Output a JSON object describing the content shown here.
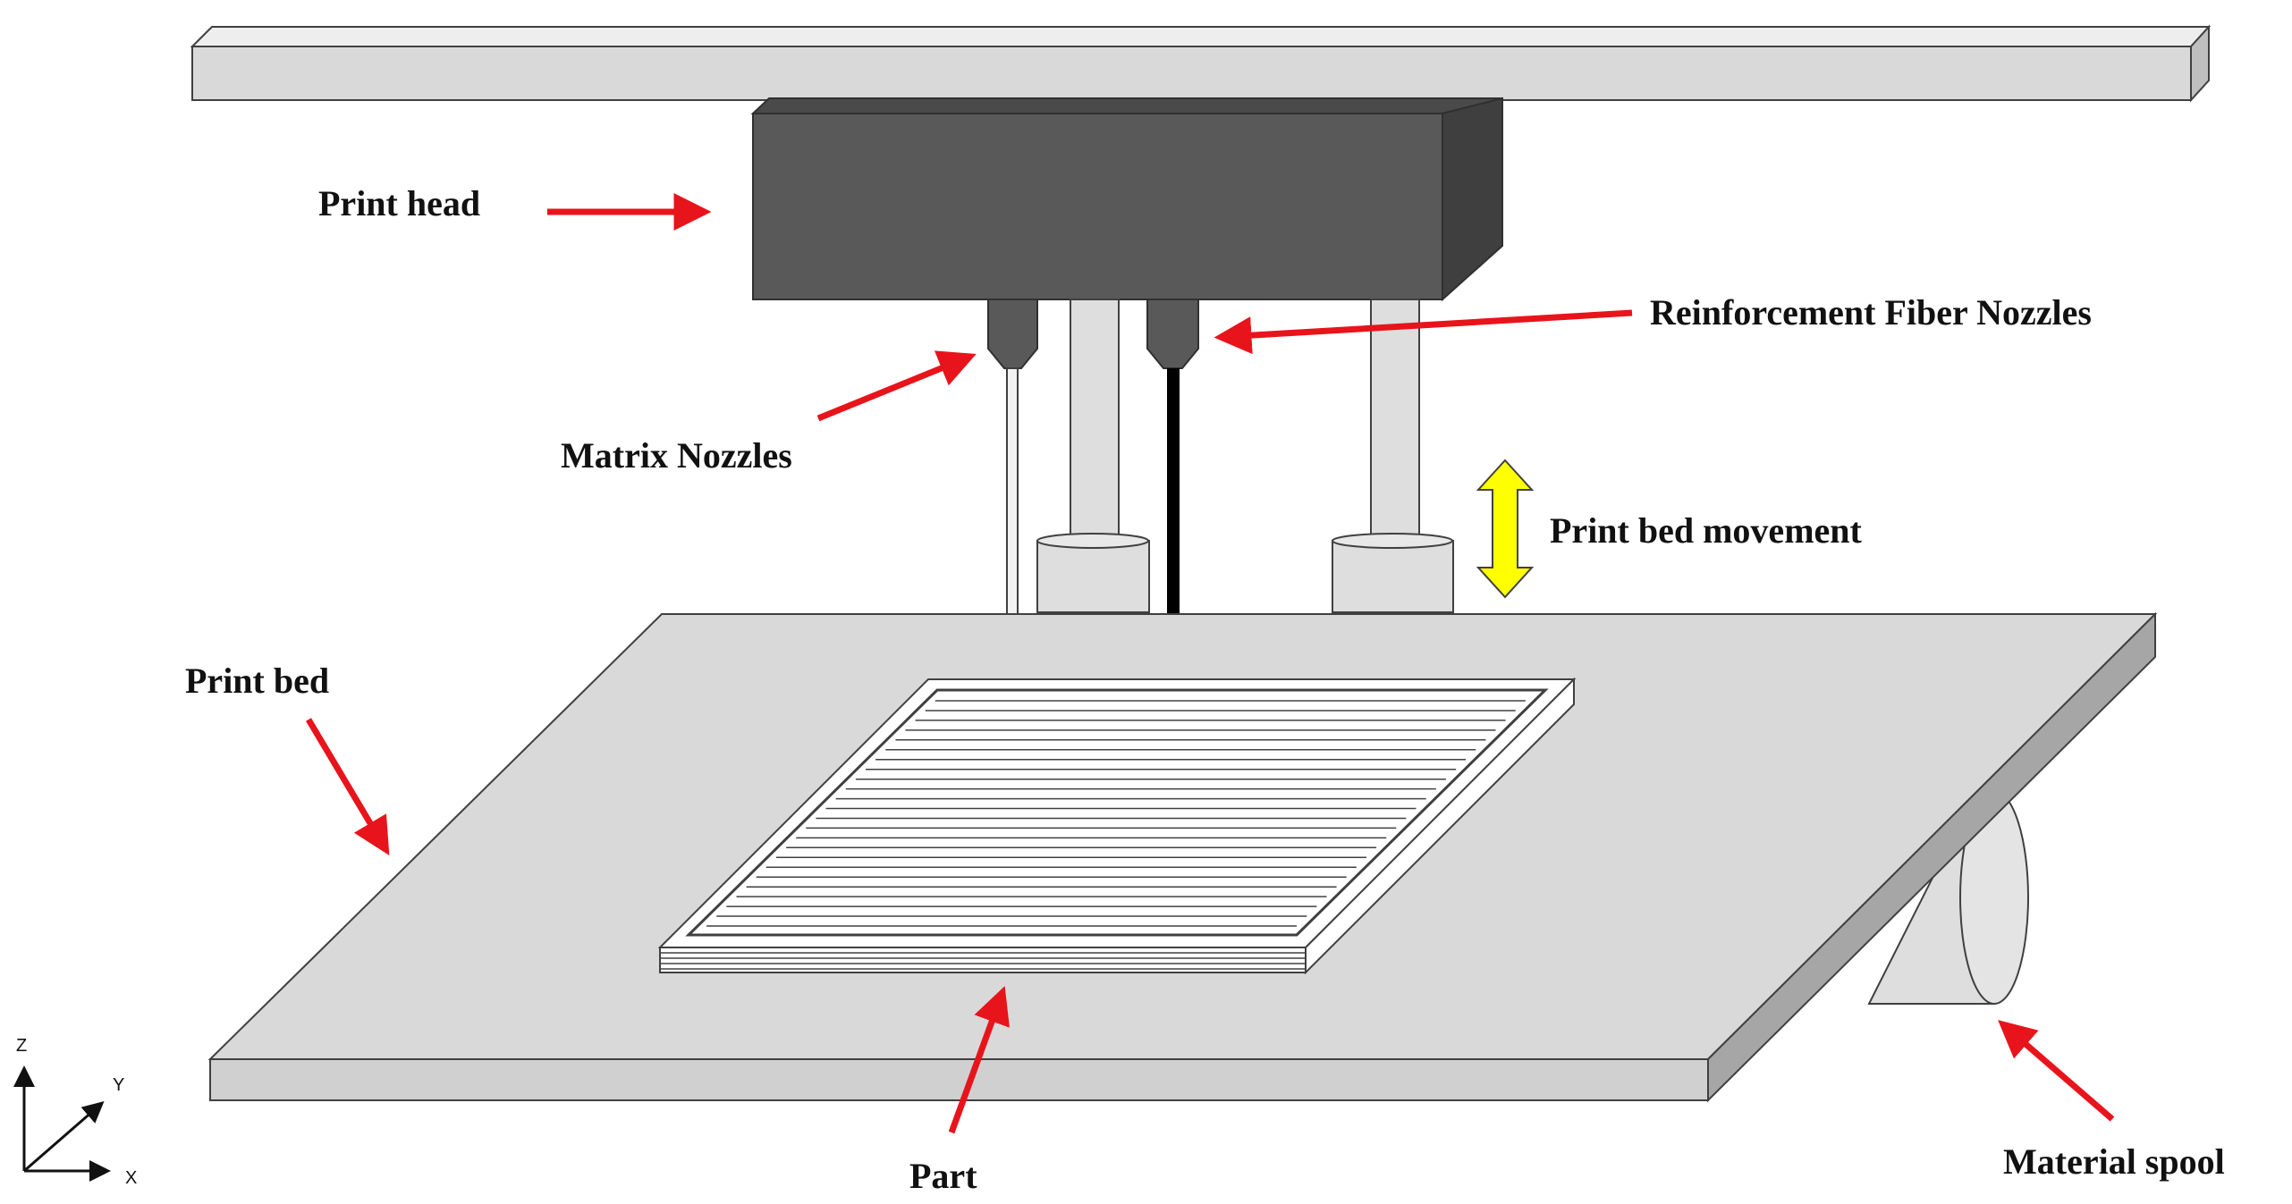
{
  "labels": {
    "print_head": "Print head",
    "reinforcement_fiber_nozzles": "Reinforcement Fiber Nozzles",
    "matrix_nozzles": "Matrix Nozzles",
    "print_bed_movement": "Print bed movement",
    "print_bed": "Print bed",
    "part": "Part",
    "material_spool": "Material spool"
  },
  "axes": {
    "z": "Z",
    "y": "Y",
    "x": "X"
  },
  "colors": {
    "rail": "#d9d9d9",
    "print_head": "#595959",
    "print_head_dark": "#3f3f3f",
    "bed": "#d9d9d9",
    "callout_arrow": "#e8141b",
    "movement_arrow": "#ffff00",
    "fiber": "#000000",
    "outline": "#404040"
  }
}
